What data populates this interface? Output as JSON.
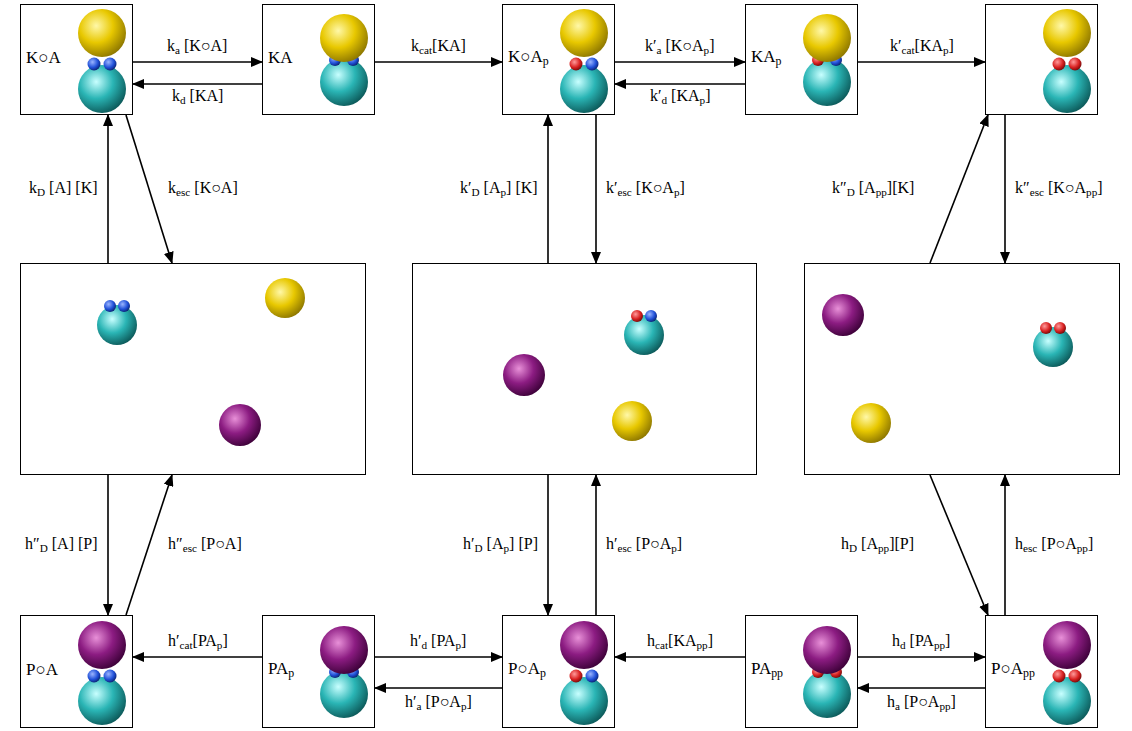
{
  "diagram": {
    "nodes": [
      {
        "text": [
          "K○A"
        ]
      },
      {
        "text": [
          "KA"
        ]
      },
      {
        "text": [
          "K○Ap"
        ]
      },
      {
        "text": [
          "KAp"
        ]
      },
      {
        "text": []
      },
      {
        "text": []
      },
      {
        "text": []
      },
      {
        "text": []
      },
      {
        "text": [
          "P○A"
        ]
      },
      {
        "text": [
          "PAp"
        ]
      },
      {
        "text": [
          "P○Ap"
        ]
      },
      {
        "text": [
          "PApp"
        ]
      },
      {
        "text": [
          "P○App"
        ]
      }
    ],
    "edges": [
      {
        "from": 0,
        "to": 1,
        "arrow": "to",
        "label": "ka [K○A]"
      },
      {
        "from": 1,
        "to": 0,
        "arrow": "to",
        "label": "kd [KA]"
      },
      {
        "from": 1,
        "to": 2,
        "arrow": "to",
        "label": "kcat[KA]"
      },
      {
        "from": 2,
        "to": 3,
        "arrow": "to",
        "label": "k′a [K○Ap]"
      },
      {
        "from": 3,
        "to": 2,
        "arrow": "to",
        "label": "k′d [KAp]"
      },
      {
        "from": 3,
        "to": 4,
        "arrow": "to",
        "label": "k′cat[KAp]"
      },
      {
        "from": 5,
        "to": 0,
        "arrow": "to",
        "label": "kD [A] [K]"
      },
      {
        "from": 0,
        "to": 5,
        "arrow": "to",
        "label": "kesc [K○A]"
      },
      {
        "from": 6,
        "to": 2,
        "arrow": "to",
        "label": "k′D [Ap] [K]"
      },
      {
        "from": 2,
        "to": 6,
        "arrow": "to",
        "label": "k′esc [K○Ap]"
      },
      {
        "from": 7,
        "to": 4,
        "arrow": "to",
        "label": "k″D [App][K]"
      },
      {
        "from": 4,
        "to": 7,
        "arrow": "to",
        "label": "k″esc [K○App]"
      },
      {
        "from": 5,
        "to": 8,
        "arrow": "to",
        "label": "h″D [A] [P]"
      },
      {
        "from": 8,
        "to": 5,
        "arrow": "to",
        "label": "h″esc [P○A]"
      },
      {
        "from": 6,
        "to": 10,
        "arrow": "to",
        "label": "h′D [Ap] [P]"
      },
      {
        "from": 10,
        "to": 6,
        "arrow": "to",
        "label": "h′esc [P○Ap]"
      },
      {
        "from": 7,
        "to": 12,
        "arrow": "to",
        "label": "hD [App][P]"
      },
      {
        "from": 12,
        "to": 7,
        "arrow": "to",
        "label": "hesc [P○App]"
      },
      {
        "from": 9,
        "to": 8,
        "arrow": "to",
        "label": "h′cat[PAp]"
      },
      {
        "from": 9,
        "to": 10,
        "arrow": "to",
        "label": "h′d [PAp]"
      },
      {
        "from": 10,
        "to": 9,
        "arrow": "to",
        "label": "h′a [P○Ap]"
      },
      {
        "from": 11,
        "to": 10,
        "arrow": "to",
        "label": "hcat[KApp]"
      },
      {
        "from": 11,
        "to": 12,
        "arrow": "to",
        "label": "hd [PApp]"
      },
      {
        "from": 12,
        "to": 11,
        "arrow": "to",
        "label": "ha [P○App]"
      }
    ]
  }
}
